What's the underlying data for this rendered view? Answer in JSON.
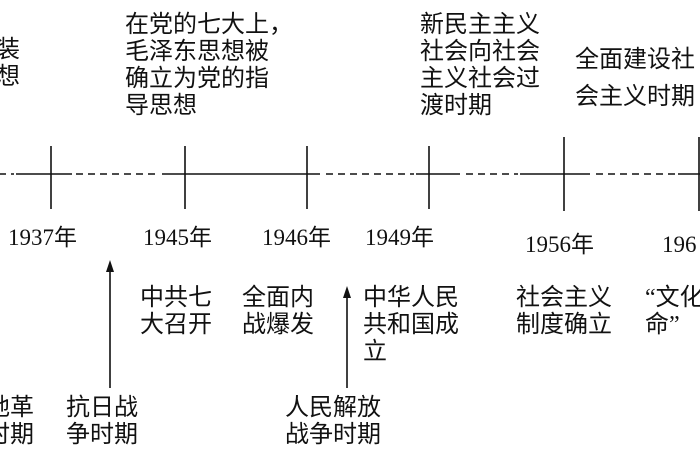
{
  "top_labels": {
    "left_partial": "装\n想",
    "y1945": "在党的七大上，\n毛泽东思想被\n确立为党的指\n导思想",
    "y1949": "新民主主义\n社会向社会\n主义社会过\n渡时期",
    "right_partial": "全面建设社\n会主义时期"
  },
  "years": [
    "1937年",
    "1945年",
    "1946年",
    "1949年",
    "1956年",
    "196"
  ],
  "events": {
    "y1945": "中共七\n大召开",
    "y1946": "全面内\n战爆发",
    "y1949": "中华人民\n共和国成\n立",
    "y1956": "社会主义\n制度确立",
    "right_partial": "“文化\n命”"
  },
  "periods": {
    "left_partial": "地革\n时期",
    "anti_japanese": "抗日战\n争时期",
    "liberation": "人民解放\n战争时期"
  }
}
